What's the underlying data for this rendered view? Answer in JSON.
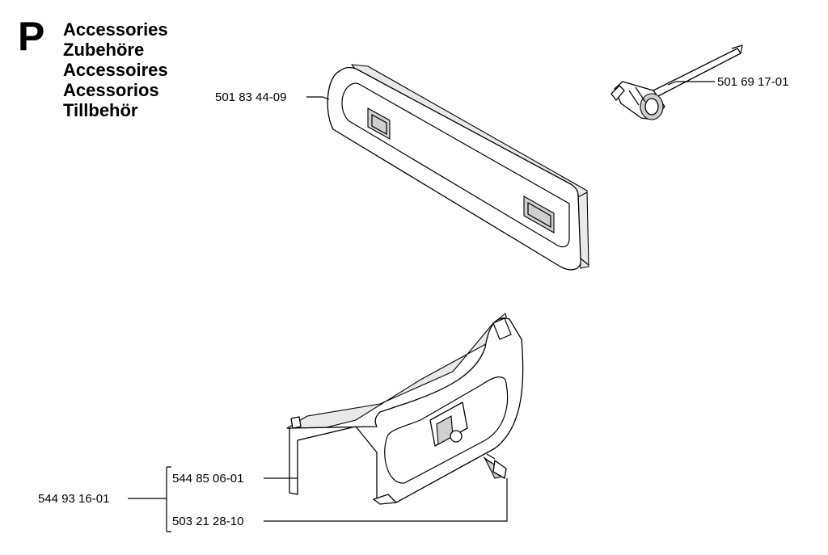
{
  "header": {
    "section_letter": "P",
    "titles": [
      "Accessories",
      "Zubehöre",
      "Accessoires",
      "Acessorios",
      "Tillbehör"
    ]
  },
  "parts": {
    "bar_cover": "501 83 44-09",
    "combination_wrench": "501 69 17-01",
    "guard_kit": "544 93 16-01",
    "guard": "544 85 06-01",
    "screw": "503 21 28-10"
  }
}
